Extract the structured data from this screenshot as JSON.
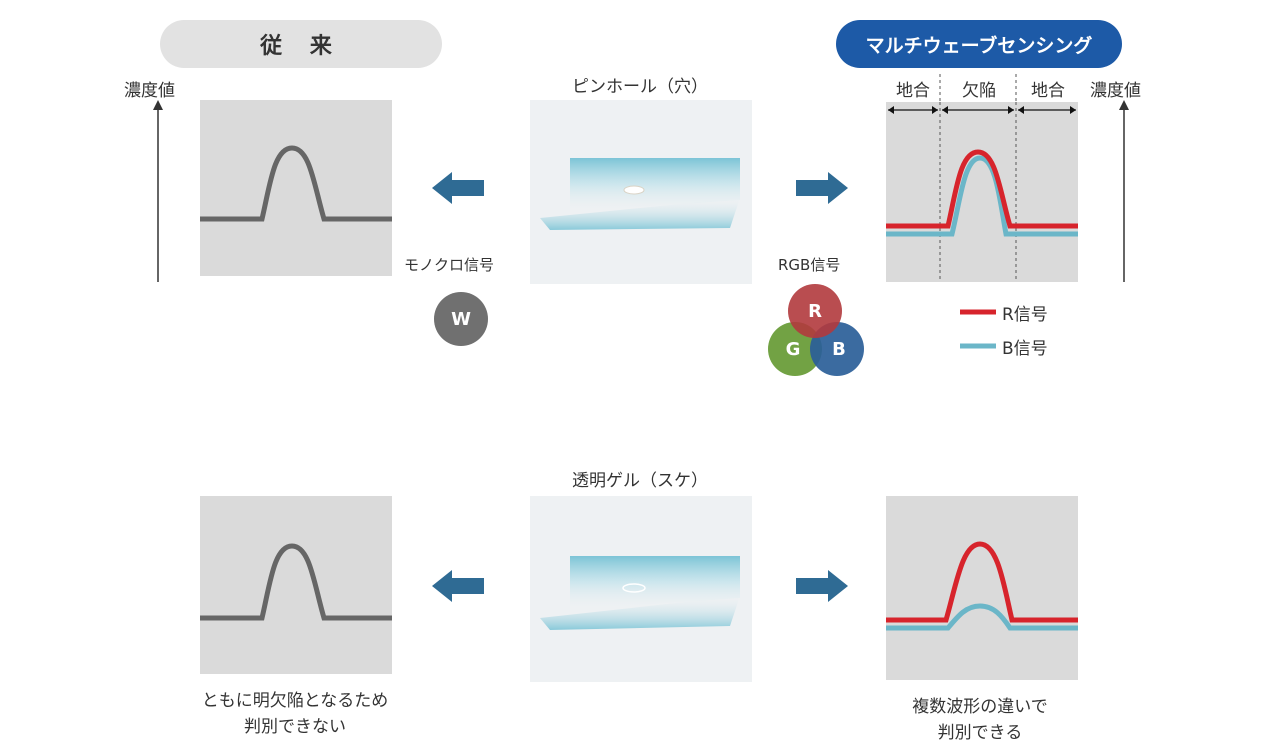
{
  "header": {
    "conventional_label": "従 来",
    "multiwave_label": "マルチウェーブセンシング"
  },
  "axis_label": "濃度値",
  "top_row": {
    "sample_title": "ピンホール（穴）",
    "left_signal_label": "モノクロ信号",
    "right_signal_label": "RGB信号",
    "mono_circle": "W",
    "rgb_circles": {
      "r": "R",
      "g": "G",
      "b": "B"
    },
    "regions": [
      "地合",
      "欠陥",
      "地合"
    ]
  },
  "legend": {
    "r_signal": "R信号",
    "b_signal": "B信号"
  },
  "bottom_row": {
    "sample_title": "透明ゲル（スケ）",
    "left_caption_line1": "ともに明欠陥となるため",
    "left_caption_line2": "判別できない",
    "right_caption_line1": "複数波形の違いで",
    "right_caption_line2": "判別できる"
  },
  "colors": {
    "mono_wave": "#666666",
    "r_wave": "#d7242c",
    "b_wave": "#6bb6c8",
    "arrow": "#2f6b94",
    "panel_bg": "#dadada",
    "header_blue": "#1d5aa7"
  }
}
